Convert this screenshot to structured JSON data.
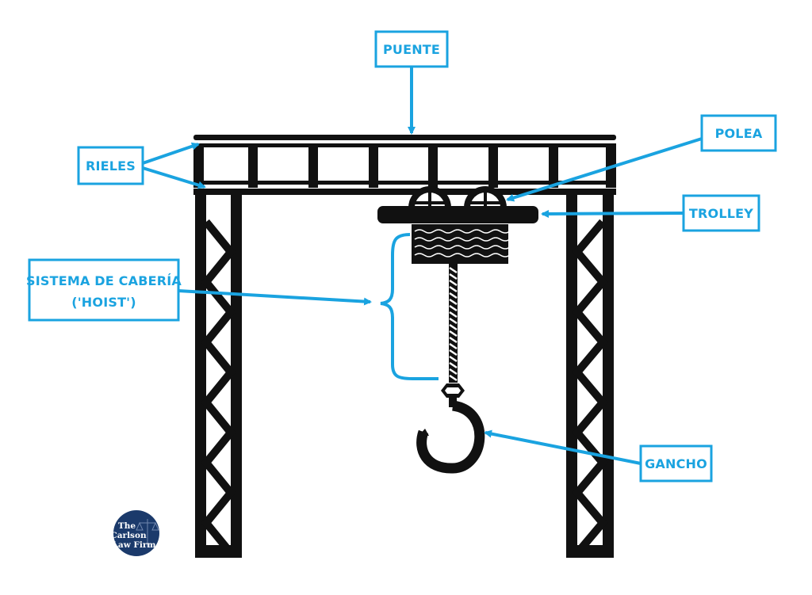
{
  "labels": {
    "puente": "PUENTE",
    "rieles": "RIELES",
    "polea": "POLEA",
    "trolley": "TROLLEY",
    "hoist_line1": "SISTEMA DE CABERÍA",
    "hoist_line2": "('HOIST')",
    "gancho": "GANCHO"
  },
  "logo": {
    "line1": "The",
    "line2": "Carlson",
    "line3": "Law Firm"
  },
  "colors": {
    "accent": "#1aa3e0",
    "structure": "#111111",
    "logo_bg": "#1b3a6b",
    "background": "#ffffff"
  }
}
